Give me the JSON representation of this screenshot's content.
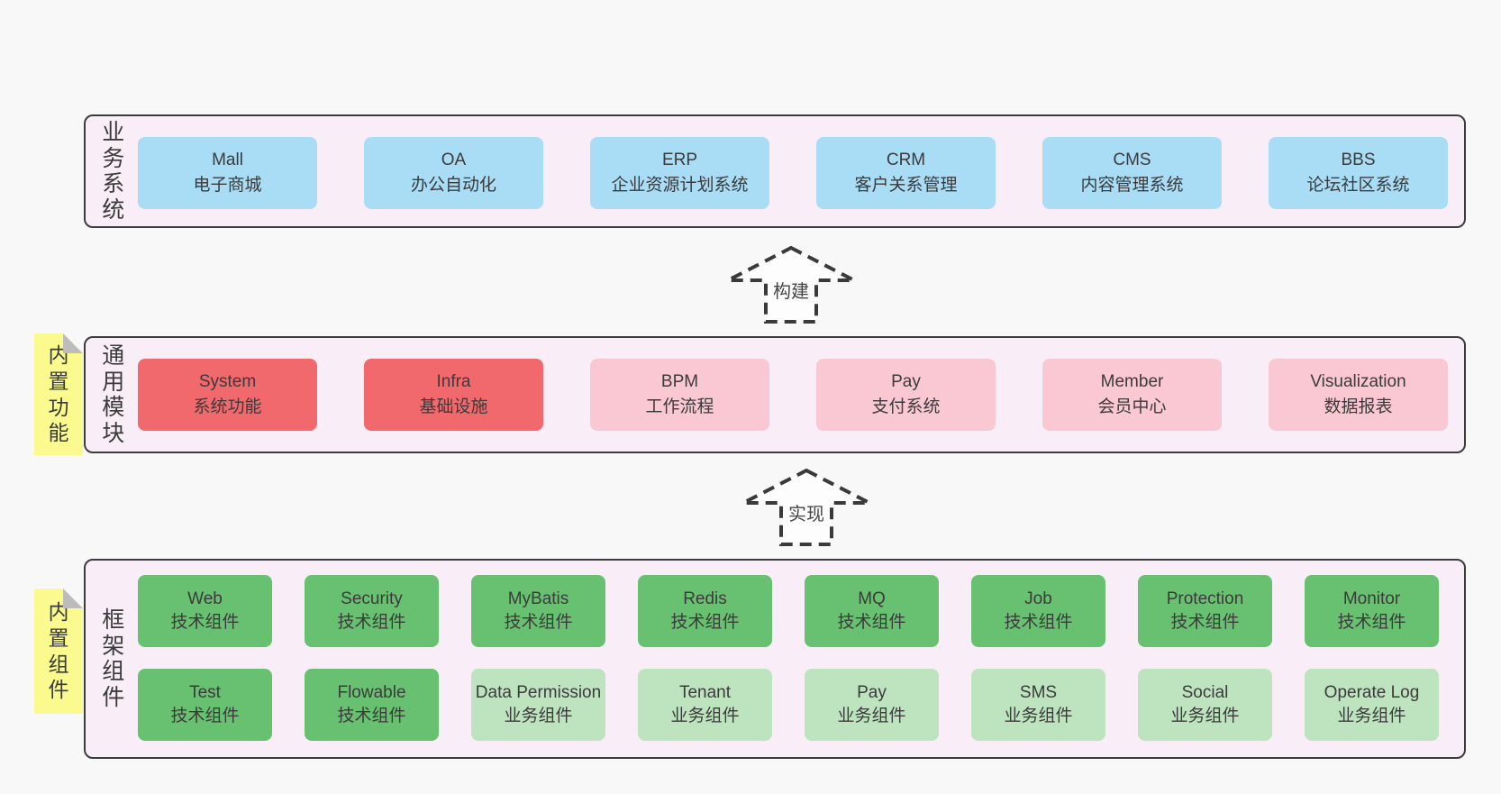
{
  "diagram": {
    "colors": {
      "page_bg": "#f8f8f8",
      "panel_bg": "#f9eef8",
      "panel_border": "#3c3c3c",
      "text": "#3b3b3b",
      "blue": "#a9dcf5",
      "red": "#f1696c",
      "pink": "#f9c8d2",
      "green": "#68c170",
      "lightgreen": "#bde4be",
      "yellow": "#fafa8e",
      "fold_gray": "#bcbcbc",
      "arrow_stroke": "#3a3a3a",
      "arrow_fill": "#fdfdfd"
    },
    "arrows": [
      {
        "label": "构建"
      },
      {
        "label": "实现"
      }
    ],
    "sections": [
      {
        "label": "业务系统",
        "sticky": "",
        "rows": [
          [
            {
              "name": "Mall",
              "desc": "电子商城",
              "variant": "blue"
            },
            {
              "name": "OA",
              "desc": "办公自动化",
              "variant": "blue"
            },
            {
              "name": "ERP",
              "desc": "企业资源计划系统",
              "variant": "blue"
            },
            {
              "name": "CRM",
              "desc": "客户关系管理",
              "variant": "blue"
            },
            {
              "name": "CMS",
              "desc": "内容管理系统",
              "variant": "blue"
            },
            {
              "name": "BBS",
              "desc": "论坛社区系统",
              "variant": "blue"
            }
          ]
        ]
      },
      {
        "label": "通用模块",
        "sticky": "内置功能",
        "rows": [
          [
            {
              "name": "System",
              "desc": "系统功能",
              "variant": "red"
            },
            {
              "name": "Infra",
              "desc": "基础设施",
              "variant": "red"
            },
            {
              "name": "BPM",
              "desc": "工作流程",
              "variant": "pink"
            },
            {
              "name": "Pay",
              "desc": "支付系统",
              "variant": "pink"
            },
            {
              "name": "Member",
              "desc": "会员中心",
              "variant": "pink"
            },
            {
              "name": "Visualization",
              "desc": "数据报表",
              "variant": "pink"
            }
          ]
        ]
      },
      {
        "label": "框架组件",
        "sticky": "内置组件",
        "rows": [
          [
            {
              "name": "Web",
              "desc": "技术组件",
              "variant": "green"
            },
            {
              "name": "Security",
              "desc": "技术组件",
              "variant": "green"
            },
            {
              "name": "MyBatis",
              "desc": "技术组件",
              "variant": "green"
            },
            {
              "name": "Redis",
              "desc": "技术组件",
              "variant": "green"
            },
            {
              "name": "MQ",
              "desc": "技术组件",
              "variant": "green"
            },
            {
              "name": "Job",
              "desc": "技术组件",
              "variant": "green"
            },
            {
              "name": "Protection",
              "desc": "技术组件",
              "variant": "green"
            },
            {
              "name": "Monitor",
              "desc": "技术组件",
              "variant": "green"
            }
          ],
          [
            {
              "name": "Test",
              "desc": "技术组件",
              "variant": "green"
            },
            {
              "name": "Flowable",
              "desc": "技术组件",
              "variant": "green"
            },
            {
              "name": "Data Permission",
              "desc": "业务组件",
              "variant": "lightgreen"
            },
            {
              "name": "Tenant",
              "desc": "业务组件",
              "variant": "lightgreen"
            },
            {
              "name": "Pay",
              "desc": "业务组件",
              "variant": "lightgreen"
            },
            {
              "name": "SMS",
              "desc": "业务组件",
              "variant": "lightgreen"
            },
            {
              "name": "Social",
              "desc": "业务组件",
              "variant": "lightgreen"
            },
            {
              "name": "Operate Log",
              "desc": "业务组件",
              "variant": "lightgreen"
            }
          ]
        ]
      }
    ]
  }
}
